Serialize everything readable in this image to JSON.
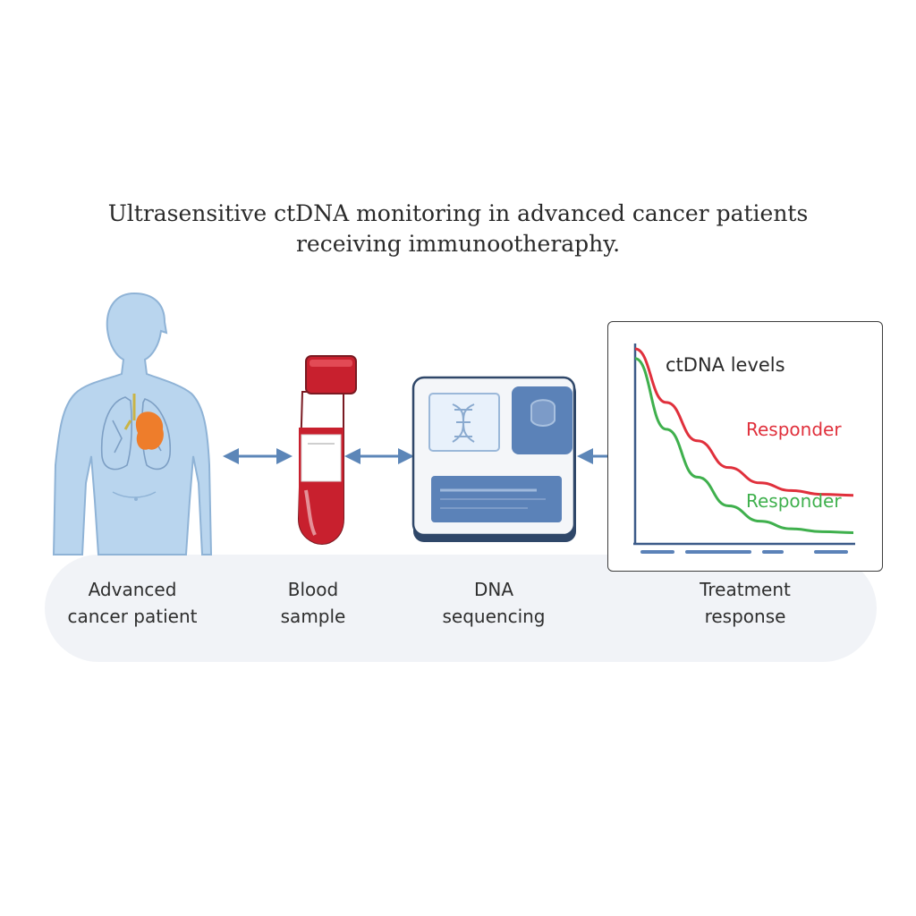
{
  "title": {
    "line1": "Ultrasensitive ctDNA monitoring in advanced cancer patients",
    "line2": "receiving immunootheraphy."
  },
  "steps": [
    {
      "line1": "Advanced",
      "line2": "cancer patient"
    },
    {
      "line1": "Blood",
      "line2": "sample"
    },
    {
      "line1": "DNA",
      "line2": "sequencing"
    },
    {
      "line1": "Treatment",
      "line2": "response"
    }
  ],
  "colors": {
    "body": "#b9d5ee",
    "body_outline": "#8fb3d6",
    "tumor": "#ee7d2b",
    "tube_red": "#c8202e",
    "panel_blue": "#5b82b8",
    "arrow": "#5c86b8",
    "series_red": "#e0303c",
    "series_green": "#3fb04d"
  },
  "chart_data": {
    "type": "line",
    "title": "ctDNA levels",
    "xlabel": "",
    "ylabel": "",
    "series": [
      {
        "name": "Responder",
        "color": "#e0303c",
        "values": [
          1.0,
          0.72,
          0.52,
          0.38,
          0.3,
          0.26,
          0.24,
          0.235
        ]
      },
      {
        "name": "Responder",
        "color": "#3fb04d",
        "values": [
          0.95,
          0.58,
          0.33,
          0.18,
          0.1,
          0.06,
          0.045,
          0.04
        ]
      }
    ],
    "ylim": [
      0,
      1
    ],
    "grid": false
  }
}
